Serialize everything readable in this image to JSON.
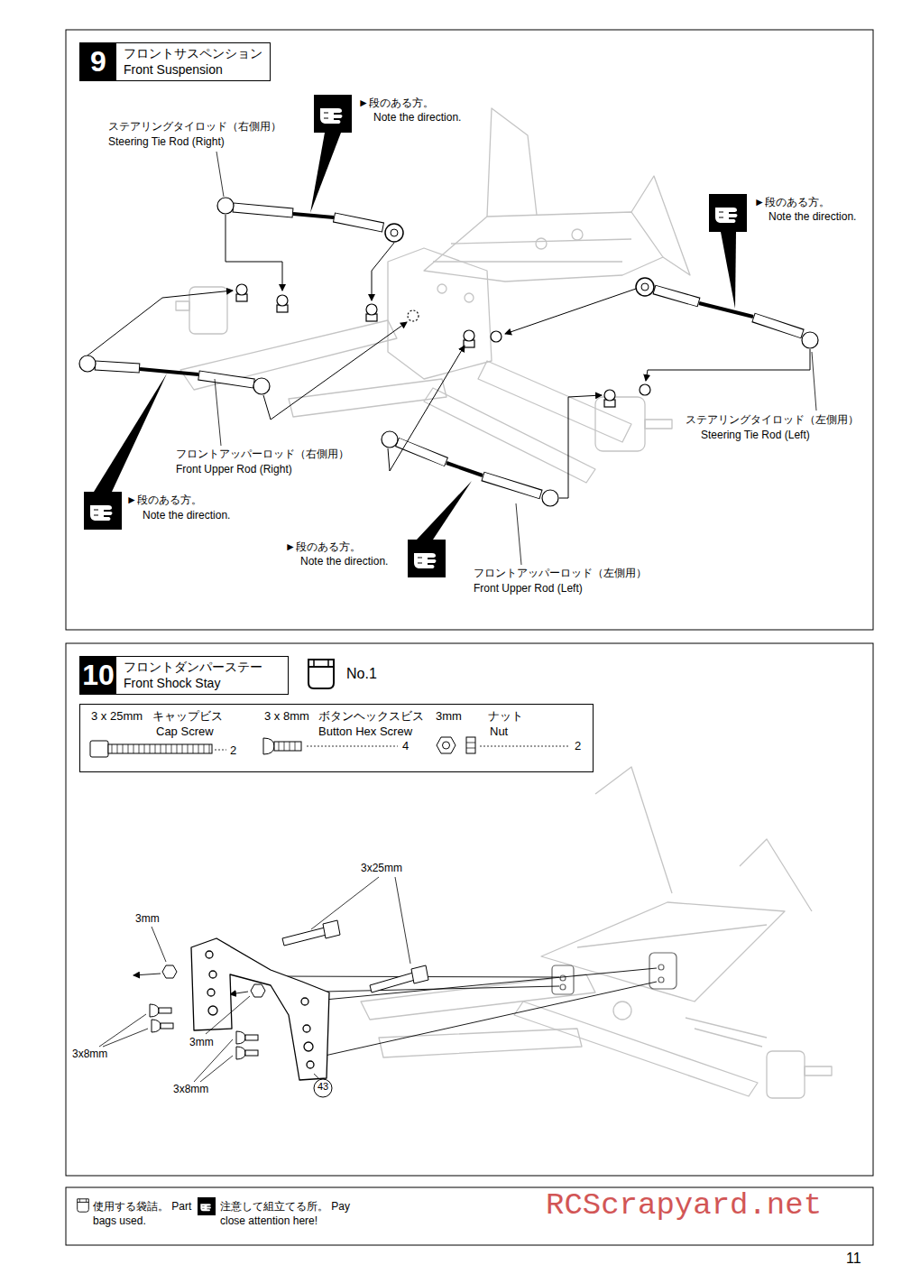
{
  "diagram": {
    "nodes": [
      {
        "text": [
          "9",
          "フロントサスペンション",
          "Front Suspension"
        ]
      },
      {
        "text": [
          "10",
          "フロントダンパーステー",
          "Front Shock Stay"
        ]
      },
      {
        "text": [
          "No.1"
        ]
      },
      {
        "text": [
          "3 x 25mm",
          "キャップビス",
          "Cap Screw",
          "2",
          "3 x 8mm",
          "ボタンヘックスビス",
          "Button Hex Screw",
          "4",
          "3mm",
          "ナット",
          "Nut",
          "2"
        ]
      }
    ],
    "labels": [
      "ステアリングタイロッド（右側用）",
      "Steering Tie Rod (Right)",
      "►段のある方。",
      "Note the direction.",
      "►段のある方。",
      "Note the direction.",
      "フロントアッパーロッド（右側用）",
      "Front Upper Rod (Right)",
      "►段のある方。",
      "Note the direction.",
      "ステアリングタイロッド（左側用）",
      "Steering Tie Rod (Left)",
      "►段のある方。",
      "Note the direction.",
      "フロントアッパーロッド（左側用）",
      "Front Upper Rod (Left)",
      "3x25mm",
      "3mm",
      "3x8mm",
      "3mm",
      "3x8mm",
      "43",
      "RCScrapyard.net",
      "11"
    ],
    "legend": [
      {
        "text": "使用する袋詰。 Part bags used."
      },
      {
        "text": "注意して組立てる所。 Pay close attention here!"
      }
    ]
  }
}
